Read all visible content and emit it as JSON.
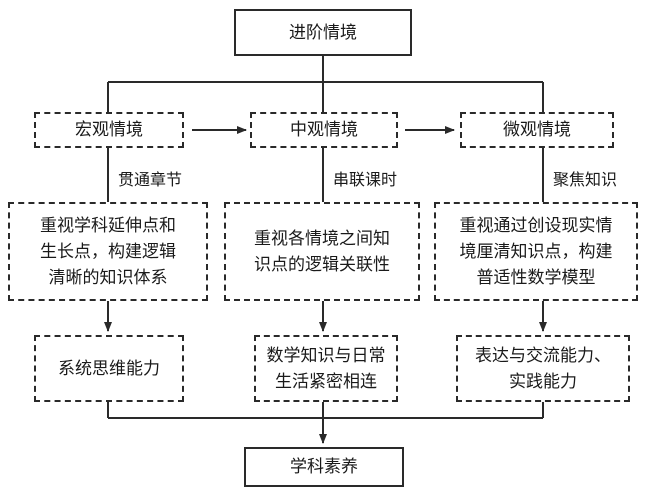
{
  "top": {
    "title": "进阶情境"
  },
  "levels": [
    {
      "name": "宏观情境",
      "link": "贯通章节",
      "detail": "重视学科延伸点和\n生长点，构建逻辑\n清晰的知识体系",
      "ability": "系统思维能力"
    },
    {
      "name": "中观情境",
      "link": "串联课时",
      "detail": "重视各情境之间知\n识点的逻辑关联性",
      "ability": "数学知识与日常\n生活紧密相连"
    },
    {
      "name": "微观情境",
      "link": "聚焦知识",
      "detail": "重视通过创设现实情\n境厘清知识点，构建\n普适性数学模型",
      "ability": "表达与交流能力、\n实践能力"
    }
  ],
  "bottom": {
    "title": "学科素养"
  }
}
